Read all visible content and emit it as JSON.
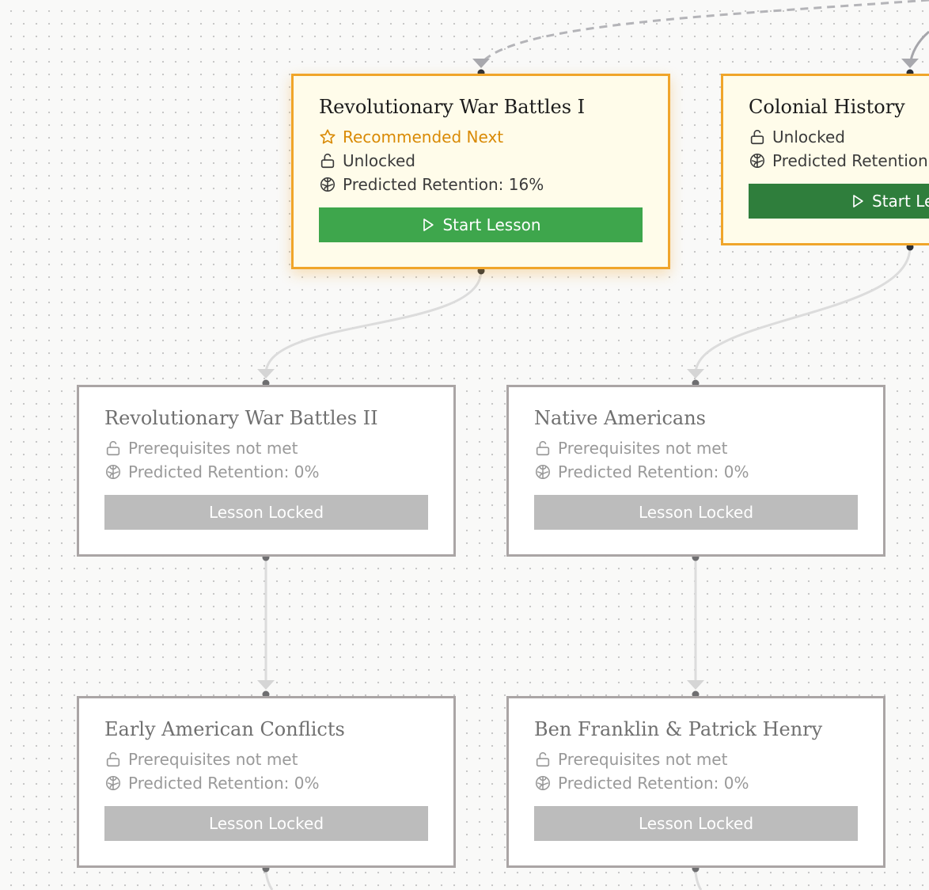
{
  "nodes": [
    {
      "id": "rev1",
      "title": "Revolutionary War Battles I",
      "state": "unlocked",
      "recommended": true,
      "recommended_label": "Recommended Next",
      "status_label": "Unlocked",
      "retention_label": "Predicted Retention: 16%",
      "button_label": "Start Lesson",
      "button_icon": "play-icon"
    },
    {
      "id": "colonial",
      "title": "Colonial History",
      "state": "unlocked",
      "recommended": false,
      "status_label": "Unlocked",
      "retention_label": "Predicted Retention",
      "button_label": "Start Le",
      "button_icon": "play-icon"
    },
    {
      "id": "rev2",
      "title": "Revolutionary War Battles II",
      "state": "locked",
      "status_label": "Prerequisites not met",
      "retention_label": "Predicted Retention: 0%",
      "button_label": "Lesson Locked"
    },
    {
      "id": "native",
      "title": "Native Americans",
      "state": "locked",
      "status_label": "Prerequisites not met",
      "retention_label": "Predicted Retention: 0%",
      "button_label": "Lesson Locked"
    },
    {
      "id": "early",
      "title": "Early American Conflicts",
      "state": "locked",
      "status_label": "Prerequisites not met",
      "retention_label": "Predicted Retention: 0%",
      "button_label": "Lesson Locked"
    },
    {
      "id": "franklin",
      "title": "Ben Franklin & Patrick Henry",
      "state": "locked",
      "status_label": "Prerequisites not met",
      "retention_label": "Predicted Retention: 0%",
      "button_label": "Lesson Locked"
    }
  ],
  "colors": {
    "unlocked_border": "#f0a52a",
    "unlocked_background": "#fffcea",
    "locked_border": "#aaa5a5",
    "start_button": "#3ea64c",
    "start_button_dark": "#2f7e3c",
    "locked_button": "#bcbcbc",
    "recommend_text": "#d98a05"
  },
  "icons": {
    "recommend": "star-icon",
    "status": "lock-icon",
    "retention": "brain-icon",
    "start": "play-icon"
  }
}
